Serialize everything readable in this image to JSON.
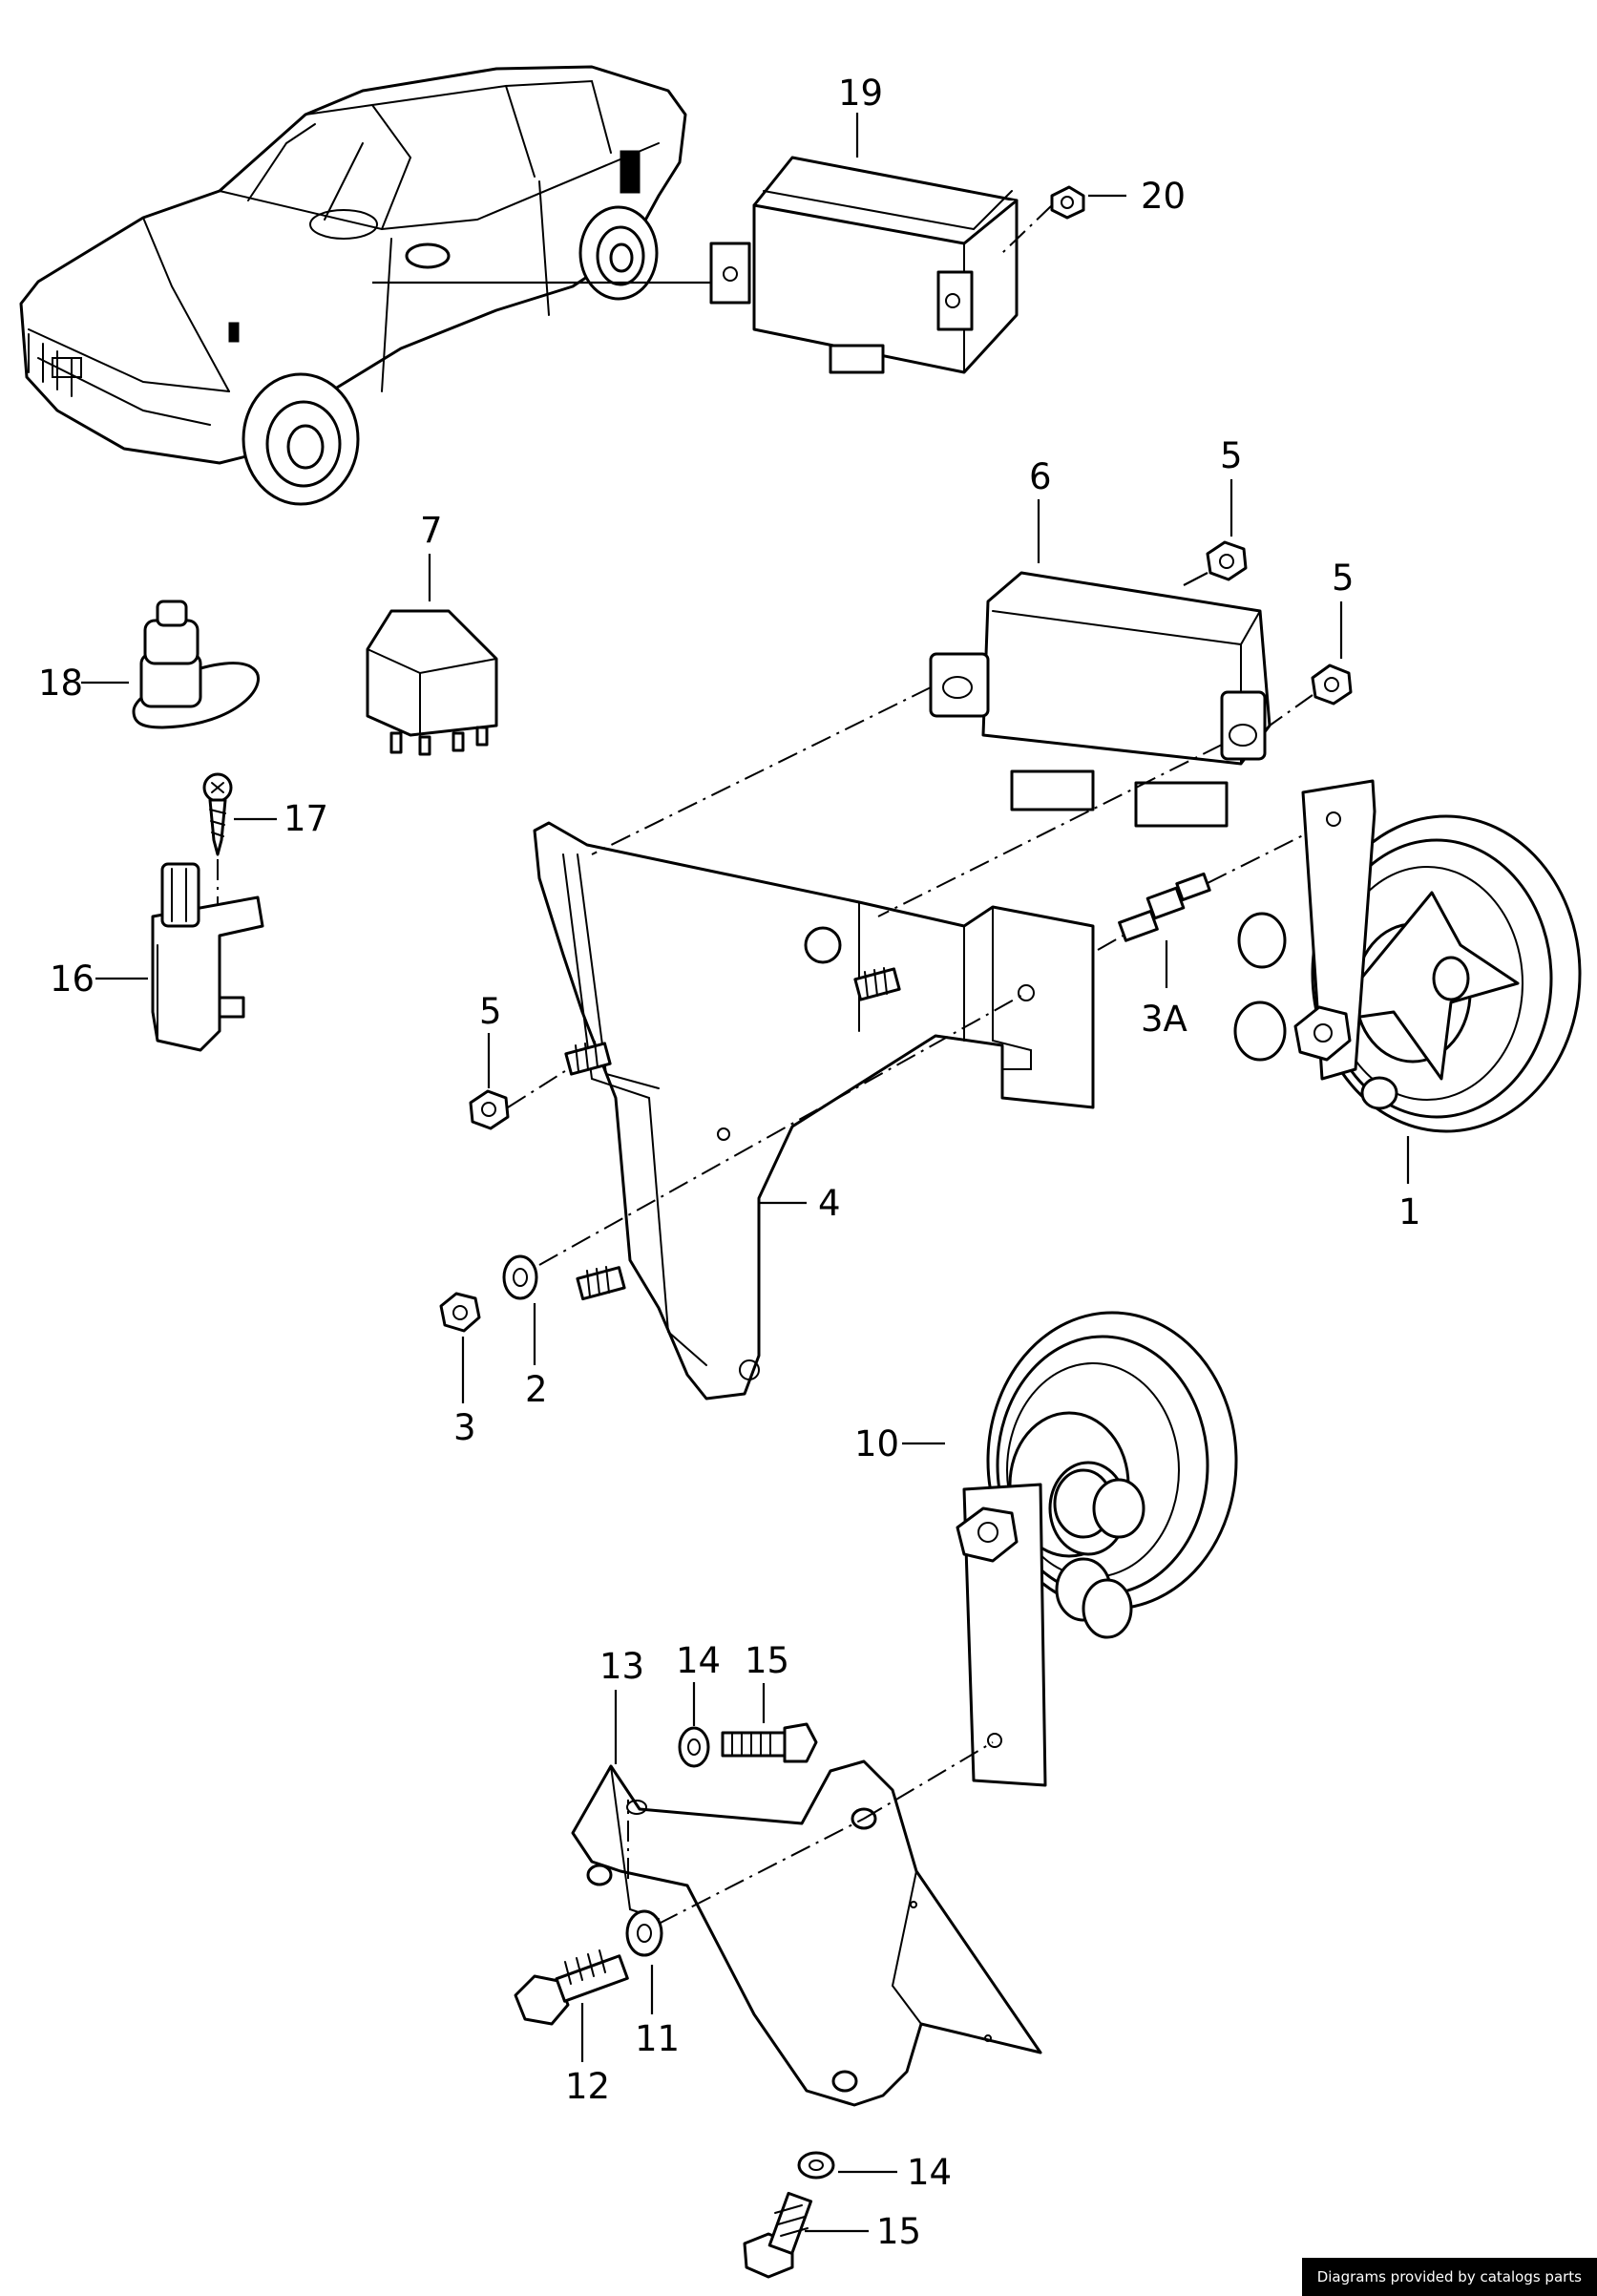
{
  "callouts": {
    "c1": "1",
    "c2": "2",
    "c3": "3",
    "c3a": "3A",
    "c4": "4",
    "c5a": "5",
    "c5b": "5",
    "c5c": "5",
    "c6": "6",
    "c7": "7",
    "c10": "10",
    "c11": "11",
    "c12": "12",
    "c13": "13",
    "c14a": "14",
    "c14b": "14",
    "c15a": "15",
    "c15b": "15",
    "c16": "16",
    "c17": "17",
    "c18": "18",
    "c19": "19",
    "c20": "20"
  },
  "credit": "Diagrams provided by catalogs parts"
}
